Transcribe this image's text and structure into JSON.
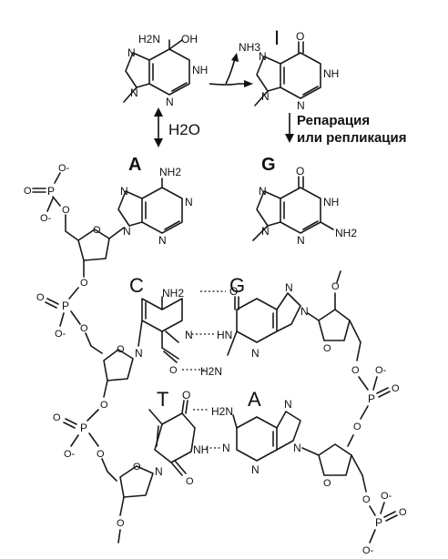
{
  "labels": {
    "water": "H2O",
    "ammonia": "NH3",
    "inosine": "I",
    "adenine": "A",
    "guanine": "G",
    "repair_line1": "Репарация",
    "repair_line2": "или репликация",
    "pair_c": "C",
    "pair_g": "G",
    "pair_t": "T",
    "pair_a": "A"
  },
  "atoms": {
    "N": "N",
    "H": "H",
    "O": "O",
    "P": "P",
    "NH": "NH",
    "HN": "HN",
    "OH": "OH",
    "NH2": "NH2",
    "H2N": "H2N",
    "Ominus": "O-",
    "Oprime": "O"
  }
}
